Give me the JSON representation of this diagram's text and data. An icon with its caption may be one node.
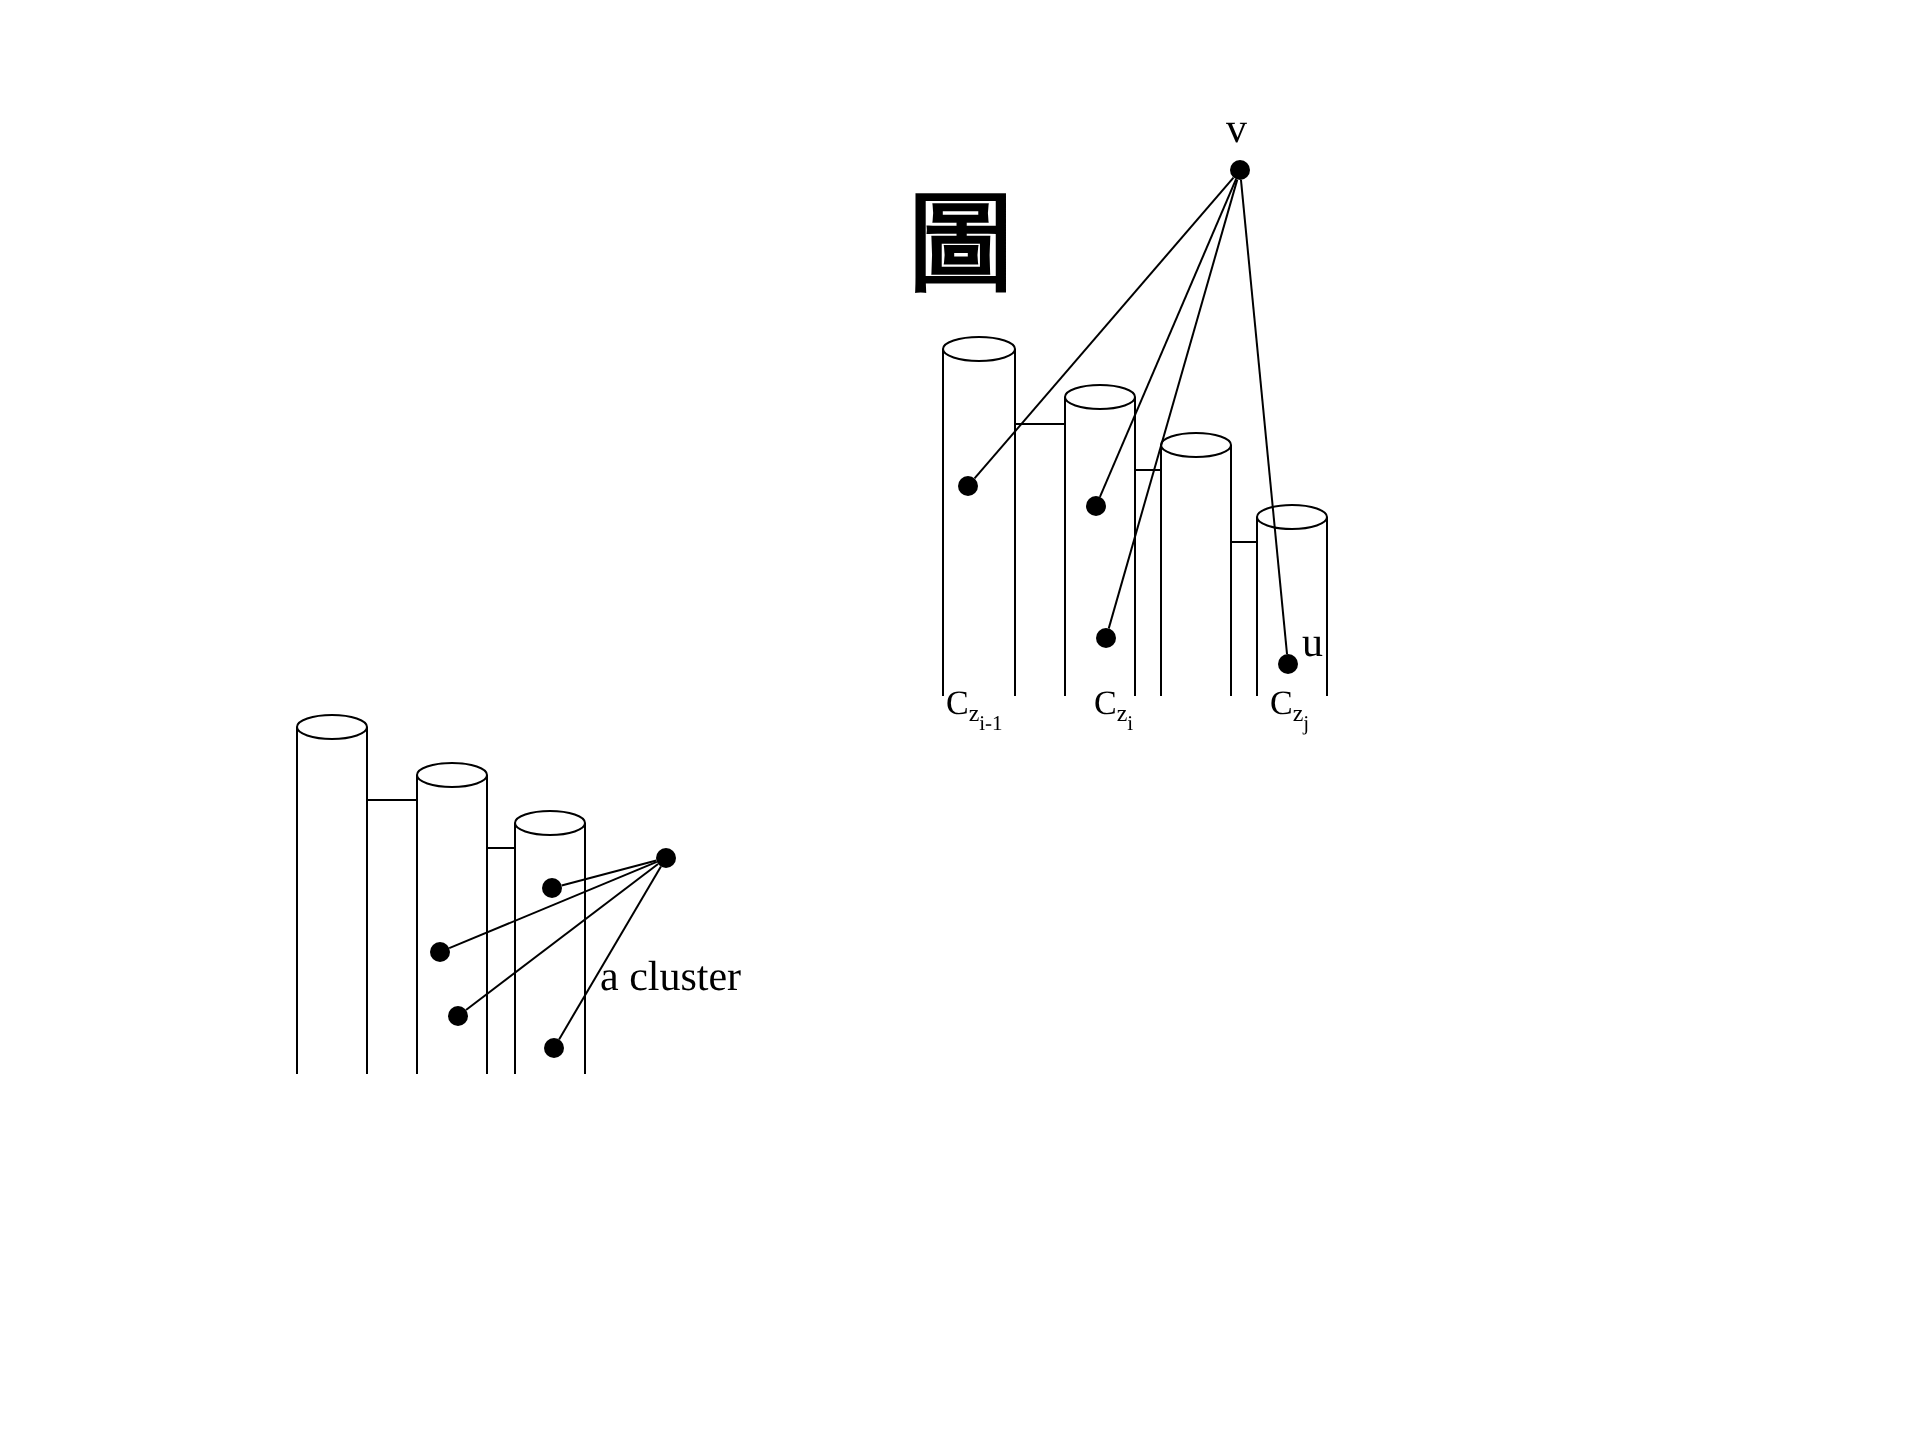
{
  "diagram": {
    "nodes": [
      {
        "text": [],
        "shape": "circle",
        "beside": [
          "v"
        ]
      },
      {
        "text": [
          "C$_{z}$$_{i-1}$"
        ]
      },
      {
        "text": [],
        "shape": "circle",
        "in": 1
      },
      {
        "text": [
          "C$_{z}$$_{i}$"
        ]
      },
      {
        "text": [],
        "shape": "circle",
        "in": 3
      },
      {
        "text": [],
        "shape": "circle",
        "in": 3
      },
      {
        "text": [],
        "shape": "cylinder"
      },
      {
        "text": [
          "C$_{z}$$_{j}$"
        ]
      },
      {
        "text": [],
        "shape": "circle",
        "in": 7,
        "beside": [
          "u"
        ]
      },
      {
        "text": [],
        "shape": "cylinder"
      },
      {
        "text": [],
        "shape": "cylinder"
      },
      {
        "text": [],
        "shape": "circle",
        "in": 10
      },
      {
        "text": [],
        "shape": "circle",
        "in": 10
      },
      {
        "text": [],
        "shape": "cylinder"
      },
      {
        "text": [],
        "shape": "circle",
        "in": 13
      },
      {
        "text": [],
        "shape": "circle",
        "in": 13
      },
      {
        "text": [],
        "shape": "circle"
      }
    ],
    "edges": [
      {
        "from": 0,
        "to": 2,
        "arrow": "none"
      },
      {
        "from": 0,
        "to": 4,
        "arrow": "none"
      },
      {
        "from": 0,
        "to": 5,
        "arrow": "none"
      },
      {
        "from": 0,
        "to": 8,
        "arrow": "none"
      },
      {
        "from": 1,
        "to": 3,
        "arrow": "none"
      },
      {
        "from": 3,
        "to": 6,
        "arrow": "none"
      },
      {
        "from": 6,
        "to": 7,
        "arrow": "none"
      },
      {
        "from": 16,
        "to": 14,
        "arrow": "none"
      },
      {
        "from": 16,
        "to": 11,
        "arrow": "none"
      },
      {
        "from": 16,
        "to": 12,
        "arrow": "none"
      },
      {
        "from": 16,
        "to": 15,
        "arrow": "none"
      },
      {
        "from": 9,
        "to": 10,
        "arrow": "none"
      },
      {
        "from": 10,
        "to": 13,
        "arrow": "none"
      }
    ],
    "labels": [
      "圖",
      "a cluster"
    ]
  }
}
